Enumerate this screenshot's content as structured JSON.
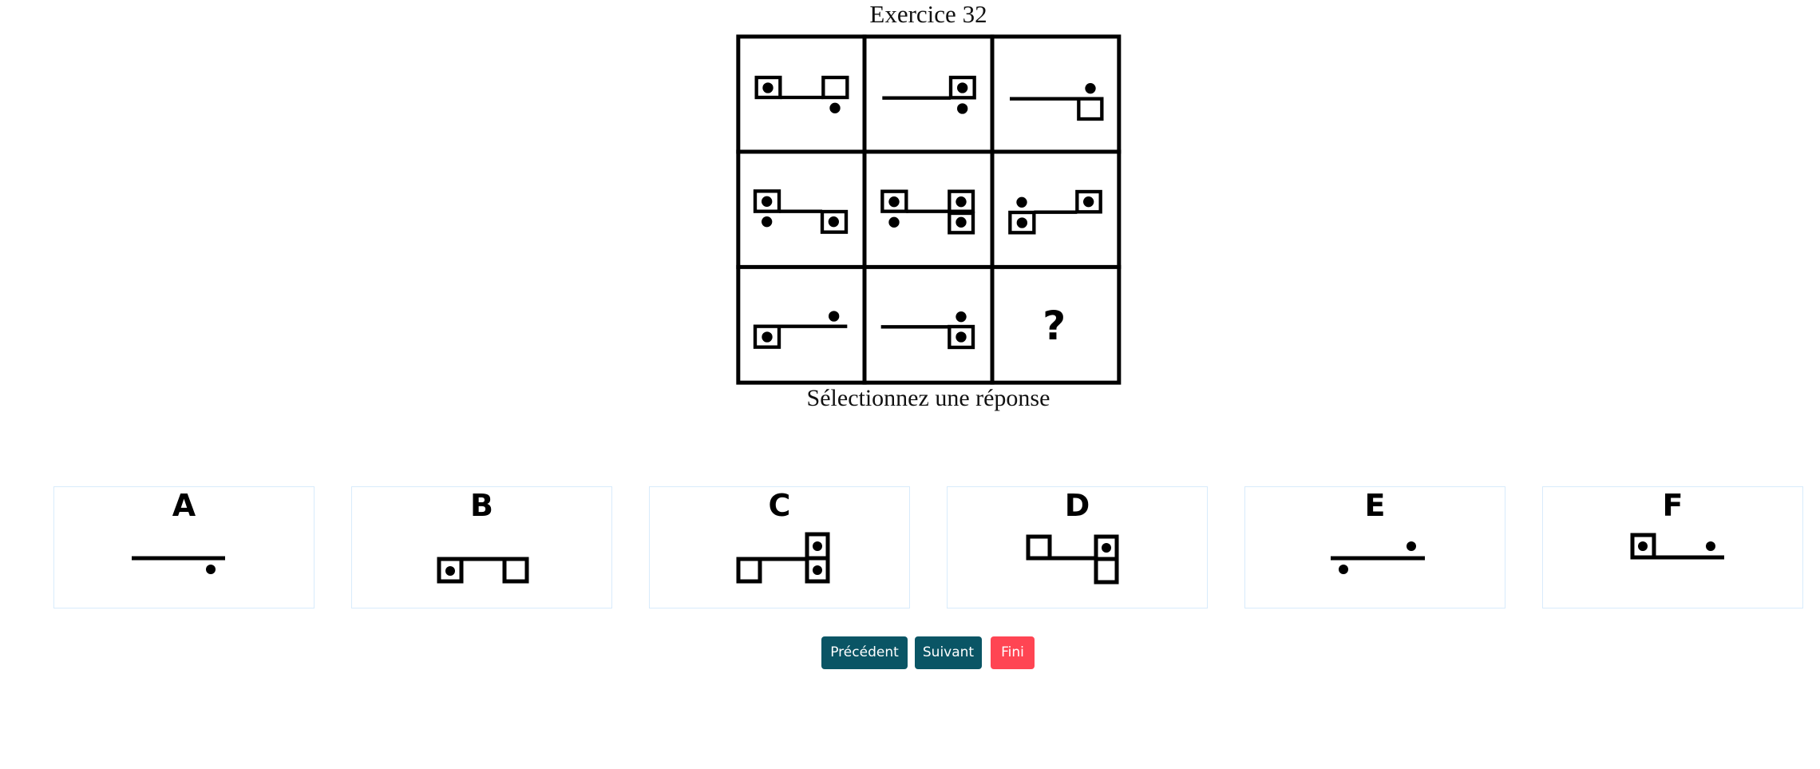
{
  "title": "Exercice 32",
  "prompt": "Sélectionnez une réponse",
  "grid": {
    "missing_cell": "?"
  },
  "options": [
    {
      "label": "A"
    },
    {
      "label": "B"
    },
    {
      "label": "C"
    },
    {
      "label": "D"
    },
    {
      "label": "E"
    },
    {
      "label": "F"
    }
  ],
  "buttons": {
    "previous": "Précédent",
    "next": "Suivant",
    "finish": "Fini"
  },
  "colors": {
    "primary": "#0a5565",
    "danger": "#ff4553",
    "option_border": "#d8ebfb"
  }
}
